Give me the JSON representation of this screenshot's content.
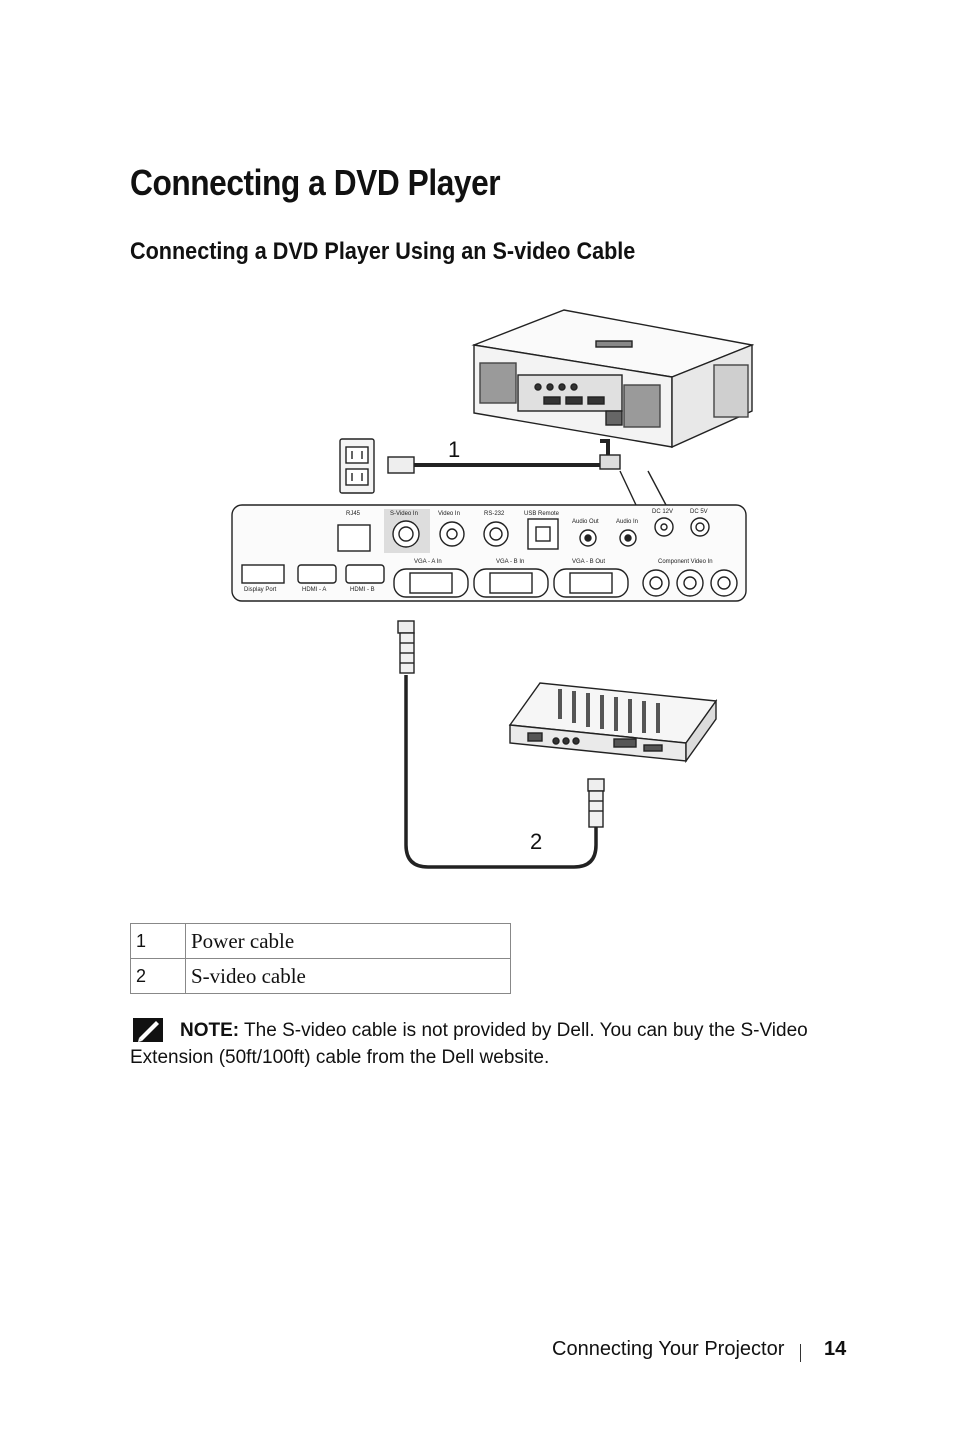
{
  "page": {
    "title": "Connecting a DVD Player",
    "subtitle": "Connecting a DVD Player Using an S-video Cable"
  },
  "figure": {
    "callout_1": "1",
    "callout_2": "2",
    "ports_top": [
      "RJ45",
      "S-Video In",
      "Video In",
      "RS-232",
      "USB Remote",
      "Audio Out",
      "Audio In",
      "DC 12V",
      "DC 5V"
    ],
    "ports_bottom": [
      "Display Port",
      "HDMI - A",
      "HDMI - B"
    ],
    "port_groups": [
      "VGA - A In",
      "VGA - B In",
      "VGA - B Out",
      "Component Video In"
    ],
    "icons": [
      "projector-icon",
      "wall-outlet-icon",
      "dvd-player-icon",
      "svideo-plug-icon"
    ]
  },
  "legend": [
    {
      "num": "1",
      "desc": "Power cable"
    },
    {
      "num": "2",
      "desc": "S-video cable"
    }
  ],
  "note": {
    "label": "NOTE:",
    "text": " The S-video cable is not provided by Dell. You can buy the S-Video Extension (50ft/100ft) cable from the Dell website."
  },
  "footer": {
    "section": "Connecting Your Projector",
    "page_number": "14"
  }
}
